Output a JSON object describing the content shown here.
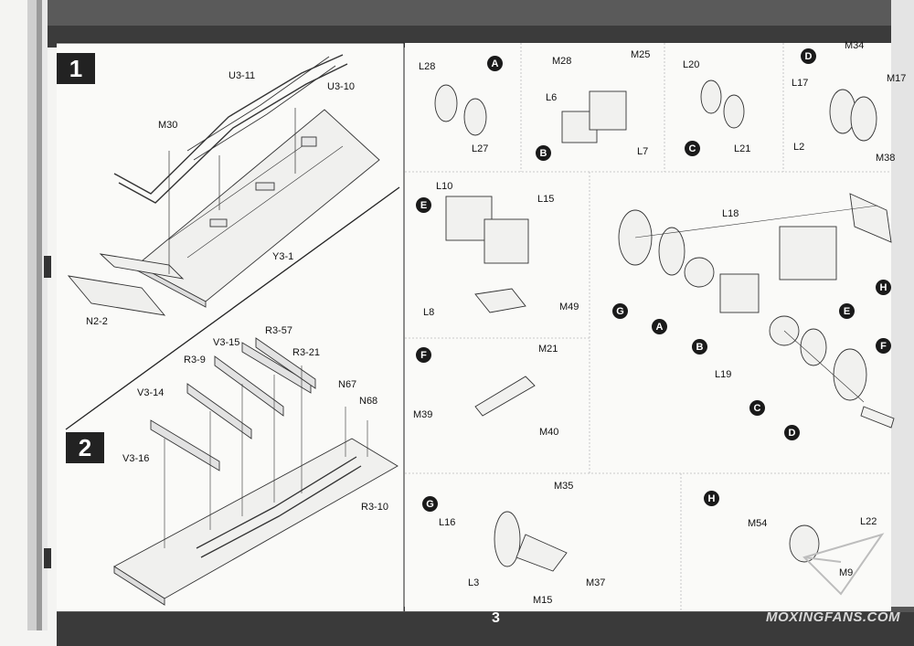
{
  "steps": {
    "step1": "1",
    "step2": "2"
  },
  "step1_labels": {
    "u3_11": "U3-11",
    "u3_10": "U3-10",
    "m30": "M30",
    "y3_1": "Y3-1",
    "n2_2": "N2-2"
  },
  "step2_labels": {
    "v3_15": "V3-15",
    "r3_57": "R3-57",
    "r3_9": "R3-9",
    "r3_21": "R3-21",
    "v3_14": "V3-14",
    "n67": "N67",
    "n68": "N68",
    "v3_16": "V3-16",
    "r3_10": "R3-10"
  },
  "sub_a": {
    "badge": "A",
    "l28": "L28",
    "l27": "L27"
  },
  "sub_b": {
    "badge": "B",
    "m28": "M28",
    "m25": "M25",
    "l6": "L6",
    "l7": "L7"
  },
  "sub_c": {
    "badge": "C",
    "l20": "L20",
    "l21": "L21"
  },
  "sub_d": {
    "badge": "D",
    "m34": "M34",
    "l17": "L17",
    "m17": "M17",
    "l2": "L2",
    "m38": "M38"
  },
  "sub_e": {
    "badge": "E",
    "l10": "L10",
    "l15": "L15",
    "m49": "M49",
    "l8": "L8"
  },
  "sub_f": {
    "badge": "F",
    "m21": "M21",
    "m39": "M39",
    "m40": "M40"
  },
  "sub_g": {
    "badge": "G",
    "m35": "M35",
    "l16": "L16",
    "l3": "L3",
    "m37": "M37",
    "m15": "M15"
  },
  "sub_h": {
    "badge": "H",
    "m54": "M54",
    "l22": "L22",
    "m9": "M9"
  },
  "assembly": {
    "l18": "L18",
    "l19": "L19",
    "g": "G",
    "a": "A",
    "b": "B",
    "c": "C",
    "d": "D",
    "e": "E",
    "f": "F",
    "h": "H"
  },
  "footer": {
    "page_number": "3",
    "watermark": "MOXINGFANS.COM"
  }
}
